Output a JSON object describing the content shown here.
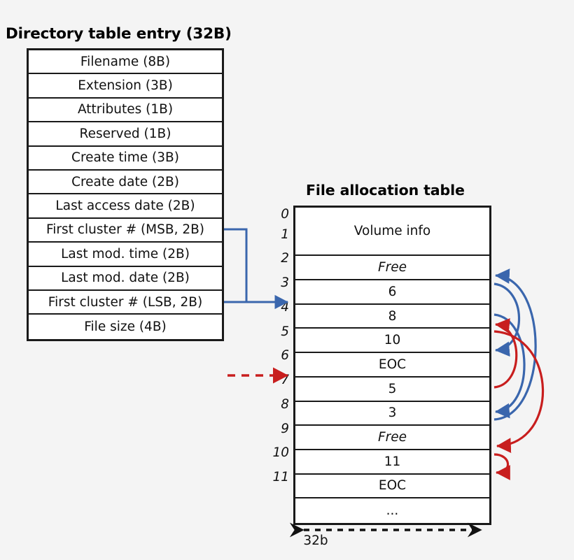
{
  "directory": {
    "title": "Directory table entry (32B)",
    "fields": [
      {
        "label": "Filename (8B)"
      },
      {
        "label": "Extension (3B)"
      },
      {
        "label": "Attributes (1B)"
      },
      {
        "label": "Reserved (1B)"
      },
      {
        "label": "Create time (3B)"
      },
      {
        "label": "Create date (2B)"
      },
      {
        "label": "Last access date (2B)"
      },
      {
        "label": "First cluster # (MSB, 2B)"
      },
      {
        "label": "Last mod. time (2B)"
      },
      {
        "label": "Last mod. date (2B)"
      },
      {
        "label": "First cluster # (LSB, 2B)"
      },
      {
        "label": "File size (4B)"
      }
    ]
  },
  "fat": {
    "title": "File allocation table",
    "indices": [
      "0",
      "1",
      "2",
      "3",
      "4",
      "5",
      "6",
      "7",
      "8",
      "9",
      "10",
      "11"
    ],
    "entries": [
      {
        "index": "0-1",
        "value": "Volume info",
        "italic": false,
        "tall": true
      },
      {
        "index": "2",
        "value": "Free",
        "italic": true,
        "tall": false
      },
      {
        "index": "3",
        "value": "6",
        "italic": false,
        "tall": false
      },
      {
        "index": "4",
        "value": "8",
        "italic": false,
        "tall": false
      },
      {
        "index": "5",
        "value": "10",
        "italic": false,
        "tall": false
      },
      {
        "index": "6",
        "value": "EOC",
        "italic": false,
        "tall": false
      },
      {
        "index": "7",
        "value": "5",
        "italic": false,
        "tall": false
      },
      {
        "index": "8",
        "value": "3",
        "italic": false,
        "tall": false
      },
      {
        "index": "9",
        "value": "Free",
        "italic": true,
        "tall": false
      },
      {
        "index": "10",
        "value": "11",
        "italic": false,
        "tall": false
      },
      {
        "index": "11",
        "value": "EOC",
        "italic": false,
        "tall": false
      },
      {
        "index": "",
        "value": "...",
        "italic": false,
        "tall": false
      }
    ],
    "width_label": "32b"
  },
  "colors": {
    "blue": "#3a66ad",
    "red": "#c81e1e",
    "stroke": "#1a1a1a",
    "background": "#f4f4f4",
    "cell": "#ffffff"
  },
  "chains": {
    "blue": {
      "name": "file-a-cluster-chain",
      "start": "4",
      "links": [
        "4->8",
        "8->3",
        "3->6",
        "6->EOC"
      ]
    },
    "red": {
      "name": "file-b-cluster-chain",
      "start": "7",
      "links": [
        "7->5",
        "5->10",
        "10->11",
        "11->EOC"
      ]
    }
  }
}
